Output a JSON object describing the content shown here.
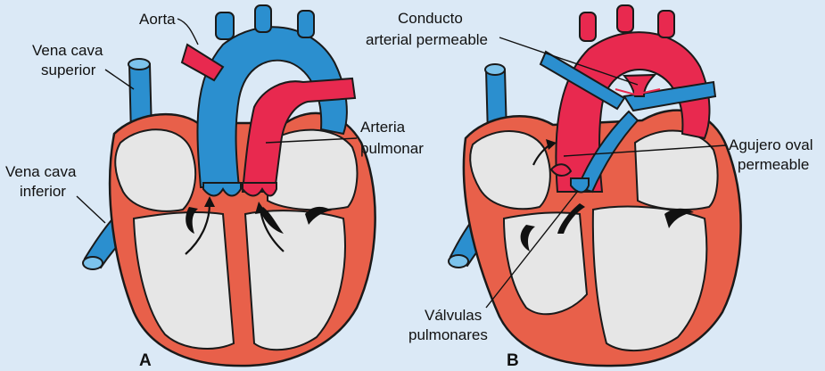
{
  "panel_a": {
    "label": "A",
    "aorta": "Aorta",
    "svc_line1": "Vena cava",
    "svc_line2": "superior",
    "ivc_line1": "Vena cava",
    "ivc_line2": "inferior",
    "pa_line1": "Arteria",
    "pa_line2": "pulmonar"
  },
  "panel_b": {
    "label": "B",
    "ductus_line1": "Conducto",
    "ductus_line2": "arterial permeable",
    "foramen_line1": "Agujero oval",
    "foramen_line2": "permeable",
    "valves_line1": "Válvulas",
    "valves_line2": "pulmonares"
  },
  "colors": {
    "background": "#dbe9f6",
    "venous_blue": "#2b8fcf",
    "arterial_red": "#e8294f",
    "myocardium": "#e8604a",
    "chamber": "#e6e6e6"
  }
}
